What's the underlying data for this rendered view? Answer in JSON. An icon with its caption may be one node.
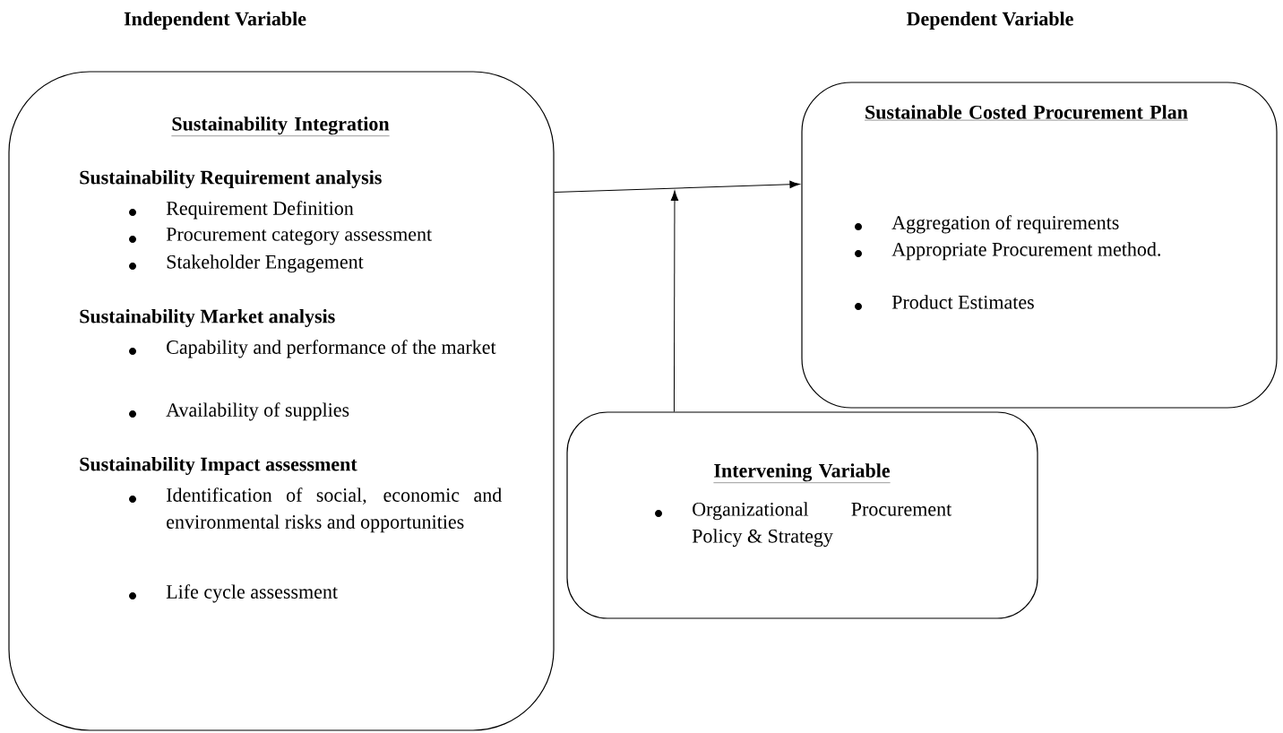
{
  "diagram": {
    "nodes": [
      {
        "text": [
          "Sustainability Integration",
          "Sustainability Requirement analysis",
          "Requirement Definition",
          "Procurement category assessment",
          "Stakeholder Engagement",
          "Sustainability Market analysis",
          "Capability and performance of the market",
          "Availability of supplies",
          "Sustainability Impact assessment",
          "Identification of social, economic and environmental risks and opportunities",
          "Life cycle assessment"
        ]
      },
      {
        "text": [
          "Sustainable Costed Procurement Plan",
          "Aggregation of requirements",
          "Appropriate Procurement method.",
          "Product Estimates"
        ]
      },
      {
        "text": [
          "Intervening Variable",
          "Organizational Procurement Policy & Strategy"
        ]
      }
    ],
    "edges": [
      {
        "from": 0,
        "to": 1,
        "arrow": "to"
      },
      {
        "from": 2,
        "to": null,
        "arrow": "to"
      }
    ],
    "labels": [
      "Independent Variable",
      "Dependent Variable"
    ]
  }
}
